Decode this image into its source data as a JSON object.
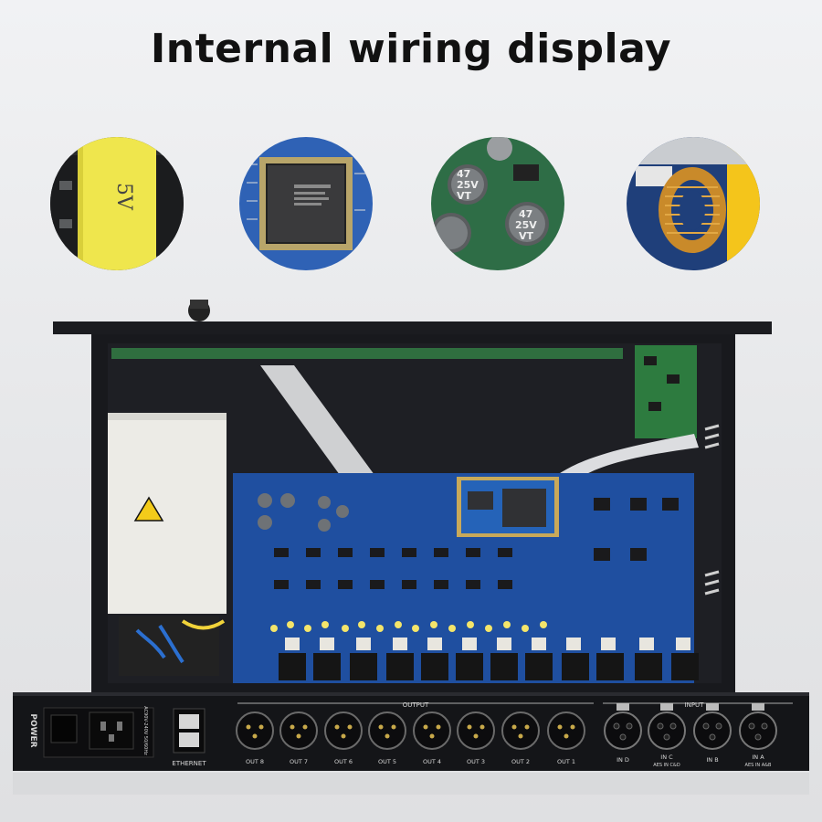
{
  "header": {
    "title": "Internal wiring display"
  },
  "closeups": [
    {
      "name": "5V transformer",
      "text": "5V"
    },
    {
      "name": "DSP chip"
    },
    {
      "name": "capacitors",
      "cap_lines": [
        "47",
        "25V",
        "VT"
      ]
    },
    {
      "name": "toroidal inductor"
    }
  ],
  "rear_panel": {
    "power_label": "POWER",
    "voltage_label": "AC90V-240V 50/60Hz",
    "ethernet_label": "ETHERNET",
    "output_header": "OUTPUT",
    "input_header": "INPUT",
    "outputs": [
      "OUT 8",
      "OUT 7",
      "OUT 6",
      "OUT 5",
      "OUT 4",
      "OUT 3",
      "OUT 2",
      "OUT 1"
    ],
    "inputs": [
      "IN D",
      "IN C",
      "IN B",
      "IN A"
    ],
    "input_sublabels": [
      "",
      "AES IN C&D",
      "",
      "AES IN A&B"
    ]
  },
  "colors": {
    "pcb": "#1f4fa0",
    "chassis": "#15161a",
    "transformer": "#f1e64a"
  }
}
